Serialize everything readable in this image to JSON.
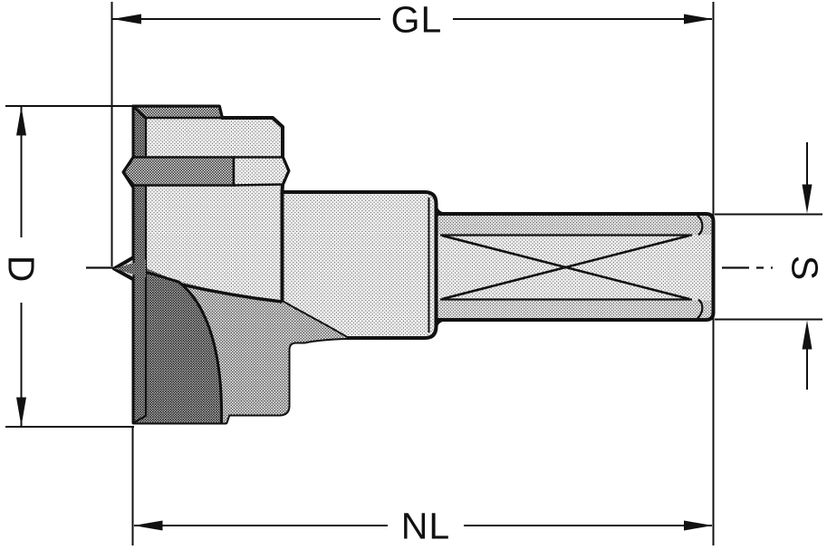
{
  "diagram": {
    "labels": {
      "overall_length": "GL",
      "working_length": "NL",
      "diameter": "D",
      "shank_diameter": "S"
    },
    "colors": {
      "line": "#111111",
      "background": "#ffffff",
      "hatch_light": "#e9e9e9",
      "hatch_medium": "#cfcfcf",
      "hatch_dark": "#9a9a9a"
    }
  }
}
